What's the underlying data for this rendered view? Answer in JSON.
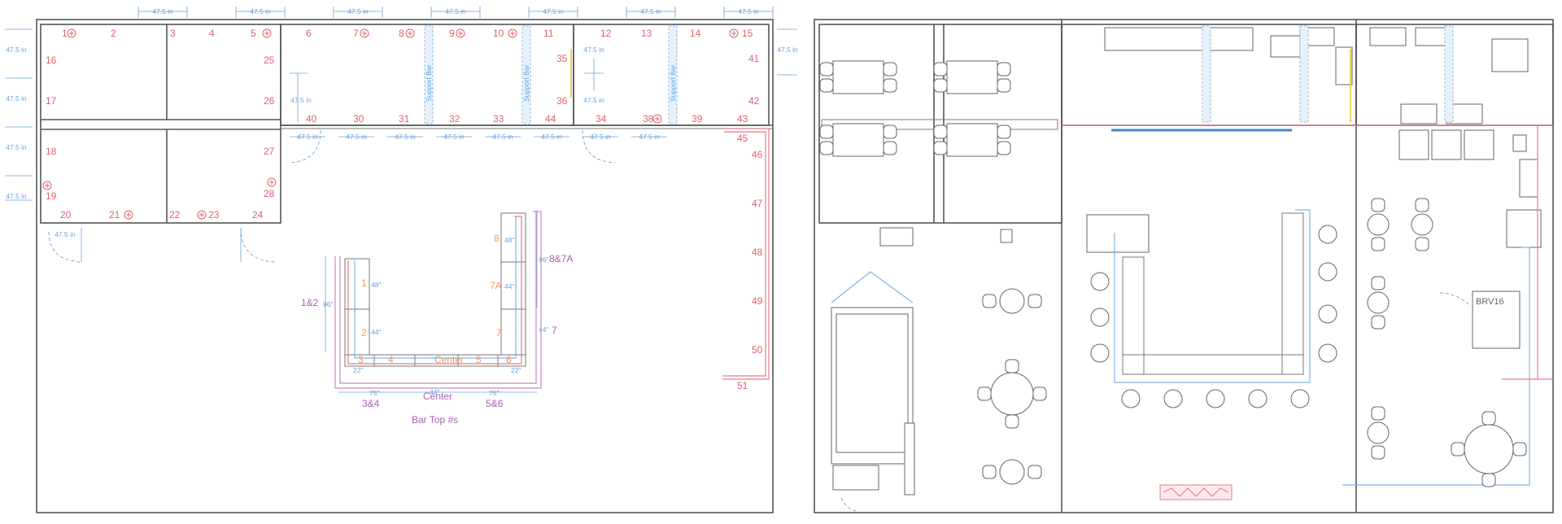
{
  "dimension_label": "47.5 in",
  "support_bar_label": "Support Bar",
  "plan_numbers": [
    "1",
    "2",
    "3",
    "4",
    "5",
    "6",
    "7",
    "8",
    "9",
    "10",
    "11",
    "12",
    "13",
    "14",
    "15",
    "16",
    "17",
    "18",
    "19",
    "20",
    "21",
    "22",
    "23",
    "24",
    "25",
    "26",
    "27",
    "28",
    "30",
    "31",
    "32",
    "33",
    "34",
    "35",
    "36",
    "38",
    "39",
    "40",
    "41",
    "42",
    "43",
    "44",
    "45",
    "46",
    "47",
    "48",
    "49",
    "50",
    "51"
  ],
  "bar_top": {
    "title": "Bar Top #s",
    "segments": [
      "1",
      "2",
      "3",
      "4",
      "Center",
      "5",
      "6",
      "7",
      "7A",
      "8"
    ],
    "groups": [
      "1&2",
      "3&4",
      "Center",
      "5&6",
      "7",
      "8&7A"
    ],
    "measures": [
      "48\"",
      "44\"",
      "96\"",
      "22\"",
      "75\"",
      "44\"",
      "75\"",
      "22\"",
      "44\"",
      "44\"",
      "48\"",
      "96\""
    ]
  },
  "equipment_label": "BRV16",
  "colors": {
    "wall": "#555555",
    "dimension": "#6aa0d8",
    "position": "#e0606c",
    "bar_segment": "#ef9860",
    "bar_group": "#a862b4"
  }
}
